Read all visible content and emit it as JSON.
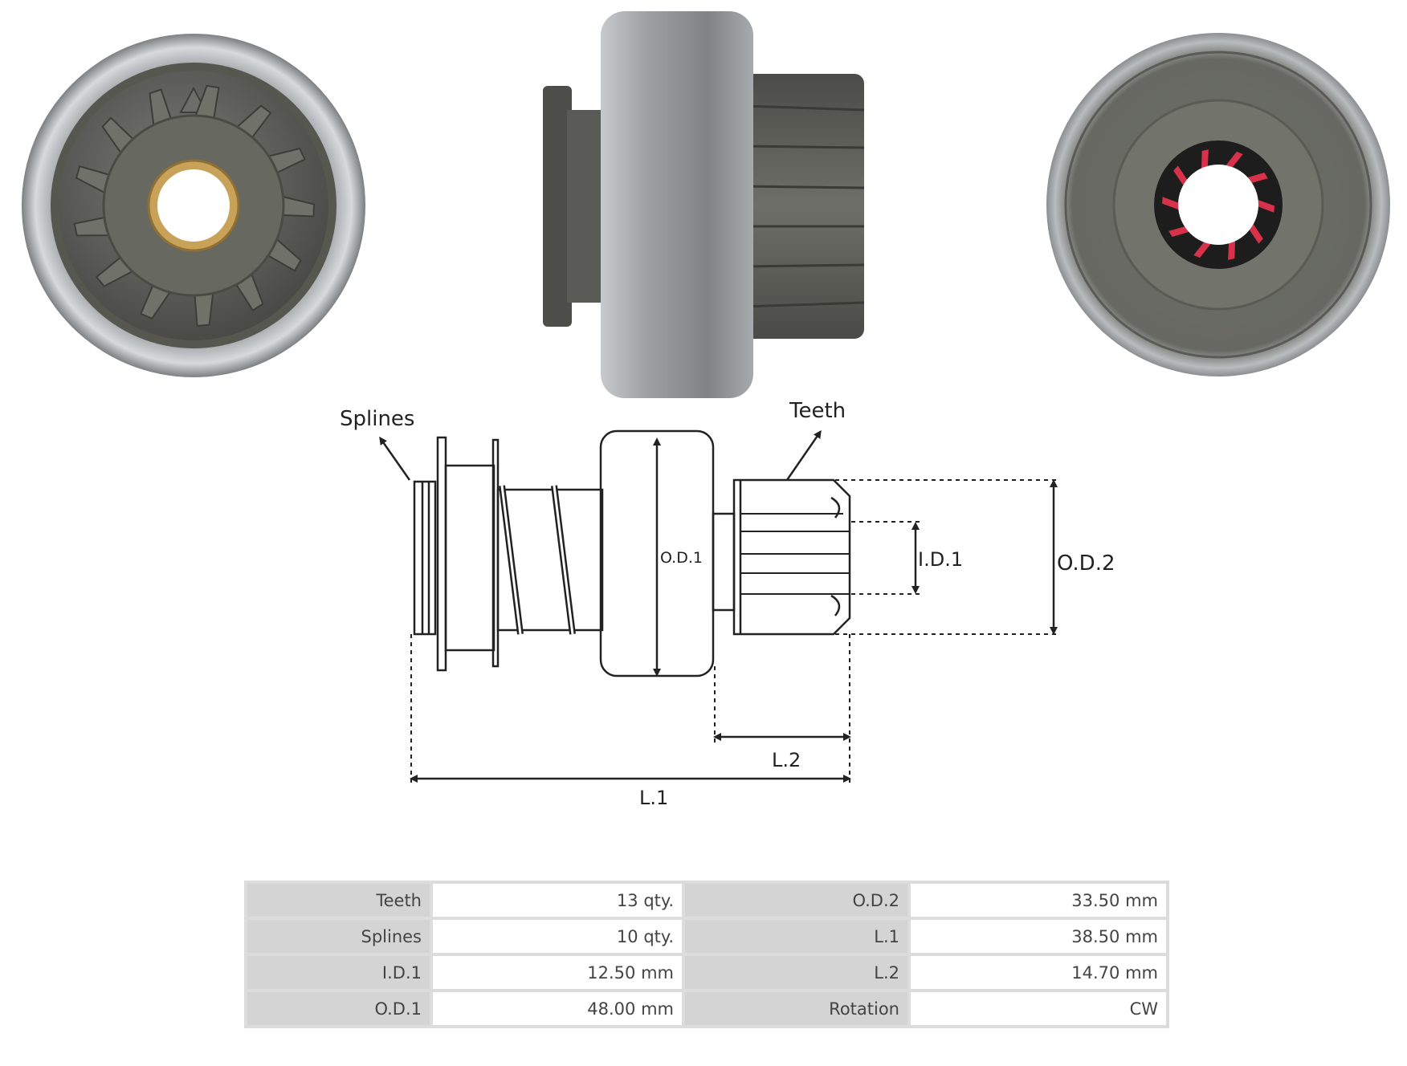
{
  "diagram": {
    "labels": {
      "splines": "Splines",
      "teeth": "Teeth",
      "od1": "O.D.1",
      "id1": "I.D.1",
      "od2": "O.D.2",
      "l2": "L.2",
      "l1": "L.1"
    }
  },
  "specs": {
    "rows": [
      {
        "k1": "Teeth",
        "v1": "13 qty.",
        "k2": "O.D.2",
        "v2": "33.50 mm"
      },
      {
        "k1": "Splines",
        "v1": "10 qty.",
        "k2": "L.1",
        "v2": "38.50 mm"
      },
      {
        "k1": "I.D.1",
        "v1": "12.50 mm",
        "k2": "L.2",
        "v2": "14.70 mm"
      },
      {
        "k1": "O.D.1",
        "v1": "48.00 mm",
        "k2": "Rotation",
        "v2": "CW"
      }
    ]
  },
  "colors": {
    "steel": "#8a8d8f",
    "gear": "#5e5f5a",
    "spline_red": "#d8324a",
    "bushing": "#c9a25a",
    "line": "#222222"
  }
}
